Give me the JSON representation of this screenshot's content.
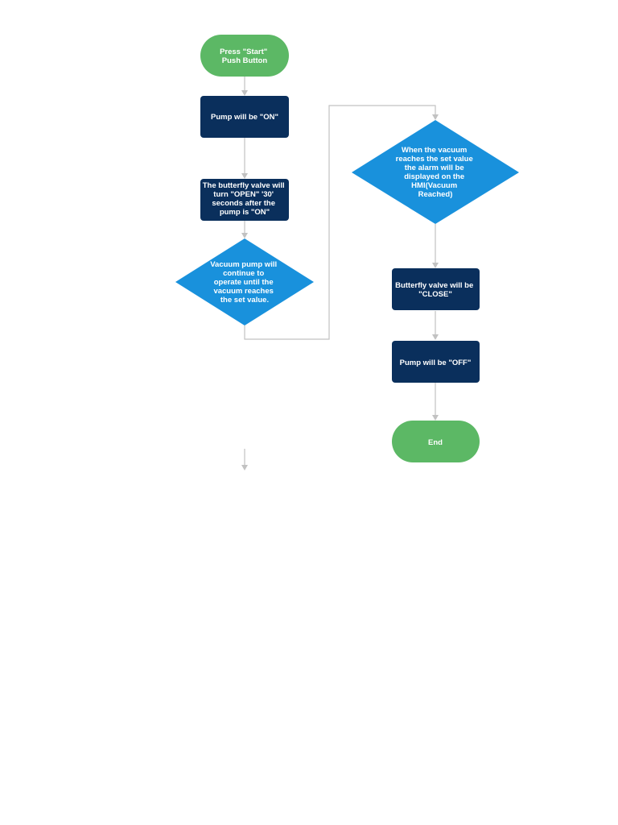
{
  "colors": {
    "terminal": "#5cb865",
    "process": "#0a2f5c",
    "decision": "#1991dc",
    "connector": "#c2c2c2",
    "text": "#ffffff"
  },
  "nodes": [
    {
      "id": "start",
      "shape": "terminal",
      "lines": [
        "Press \"Start\"",
        "Push Button"
      ]
    },
    {
      "id": "pump-on",
      "shape": "process",
      "lines": [
        "Pump will be \"ON\""
      ]
    },
    {
      "id": "butterfly-open",
      "shape": "process",
      "lines": [
        "The butterfly valve will",
        "turn \"OPEN\" '30'",
        "seconds after the",
        "pump is \"ON\""
      ]
    },
    {
      "id": "vacuum-continue",
      "shape": "decision",
      "lines": [
        "Vacuum pump will",
        "continue to",
        "operate until the",
        "vacuum reaches",
        "the set value."
      ]
    },
    {
      "id": "vacuum-alarm",
      "shape": "decision",
      "lines": [
        "When the vacuum",
        "reaches the set value",
        "the alarm will be",
        "displayed on the",
        "HMI(Vacuum",
        "Reached)"
      ]
    },
    {
      "id": "butterfly-close",
      "shape": "process",
      "lines": [
        "Butterfly valve will be",
        "\"CLOSE\""
      ]
    },
    {
      "id": "pump-off",
      "shape": "process",
      "lines": [
        "Pump will be \"OFF\""
      ]
    },
    {
      "id": "end",
      "shape": "terminal",
      "lines": [
        "End"
      ]
    }
  ]
}
